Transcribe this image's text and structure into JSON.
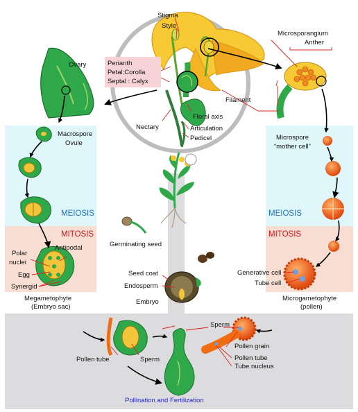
{
  "colors": {
    "meiosis_panel": "#dff6fb",
    "mitosis_panel": "#f7ddd2",
    "bottom_panel": "#dcdcde",
    "label_box": "#f7d3d8",
    "plant_green": "#2fa84a",
    "petal_yellow": "#f7c934",
    "pollen_orange": "#f06d12",
    "leader_red": "#e2201f",
    "meiosis_text": "#1a72c4",
    "mitosis_text": "#d0161b",
    "caption_text": "#2222dd"
  },
  "icons": [
    "flower",
    "ovary",
    "anther",
    "embryo-sac",
    "microspore",
    "tetrad",
    "pollen-grain",
    "seed",
    "seedling",
    "germinating-seed"
  ],
  "flower": {
    "stigma": "Stigma",
    "style": "Style",
    "perianth": "Perianth",
    "petal": "Petal:Corolla",
    "septal": "Septal : Calyx",
    "nectary": "Nectary",
    "floral_axis": "Floral axis",
    "articulation": "Articulation",
    "pedicel": "Pedicel"
  },
  "female": {
    "ovary": "Ovary",
    "macrospore": "Macrospore",
    "ovule": "Ovule",
    "meiosis": "MEIOSIS",
    "mitosis": "MITOSIS",
    "antipodal": "Antipodal",
    "polar_line1": "Polar",
    "polar_line2": "nuclei",
    "egg": "Egg",
    "synergid": "Synergid",
    "caption_line1": "Megametophyte",
    "caption_line2": "(Embryo sac)"
  },
  "male": {
    "microsporangium": "Microsporangium",
    "anther": "Anther",
    "filament": "Filament",
    "microspore": "Microspore",
    "mother_cell": "“mother cell”",
    "meiosis": "MEIOSIS",
    "mitosis": "MITOSIS",
    "generative_cell": "Generative cell",
    "tube_cell": "Tube cell",
    "caption_line1": "Microgametophyte",
    "caption_line2": "(pollen)"
  },
  "seed": {
    "germinating": "Germinating seed",
    "seed_coat": "Seed coat",
    "endosperm": "Endosperm",
    "embryo": "Embryo"
  },
  "fertilization": {
    "sperm_right": "Sperm",
    "pollen_grain": "Pollen grain",
    "pollen_tube_right": "Pollen tube",
    "tube_nucleus": "Tube nucleus",
    "pollen_tube_left": "Pollen tube",
    "sperm_left": "Sperm",
    "caption": "Pollination and Fertilization"
  }
}
